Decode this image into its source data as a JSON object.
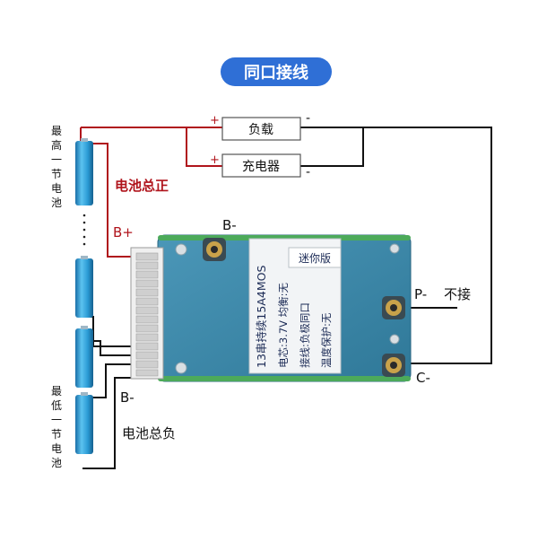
{
  "title": "同口接线",
  "components": {
    "load": "负载",
    "charger": "充电器"
  },
  "signs": {
    "plus": "+",
    "minus": "-"
  },
  "labels": {
    "battery_total_positive": "电池总正",
    "battery_total_negative": "电池总负",
    "b_plus": "B+",
    "b_minus_top": "B-",
    "b_minus_bottom": "B-",
    "p_minus": "P-",
    "not_connected": "不接",
    "c_minus": "C-",
    "highest_cell": "最高一节电池",
    "lowest_cell": "最低一节电池"
  },
  "board_label": {
    "line1": "13串持续15A4MOS",
    "line2": "电芯:3.7V 均衡:无",
    "line3": "接线:负极同口",
    "line4": "温度保护:无",
    "tag": "迷你版"
  },
  "colors": {
    "title_bg": "#2f6fd6",
    "red_wire": "#b0141c",
    "board": "#3d88a8",
    "cell": "#2a9ad4"
  }
}
